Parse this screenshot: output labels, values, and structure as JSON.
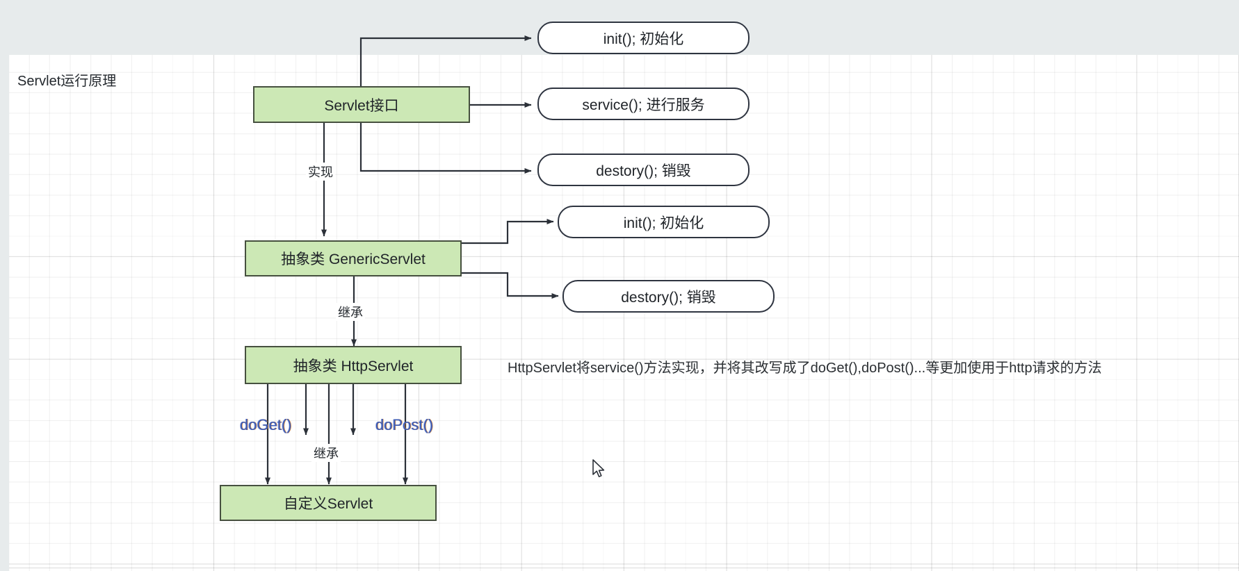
{
  "diagram": {
    "title": "Servlet运行原理",
    "background_color": "#e7ebec",
    "canvas_color": "#ffffff",
    "node_fill_green": "#cce8b5",
    "node_border": "#46503f",
    "pill_border": "#2e3440",
    "nodes": {
      "servlet_interface": "Servlet接口",
      "generic_servlet": "抽象类 GenericServlet",
      "http_servlet": "抽象类 HttpServlet",
      "custom_servlet": "自定义Servlet"
    },
    "methods_servlet_interface": {
      "init": "init(); 初始化",
      "service": "service(); 进行服务",
      "destroy": "destory(); 销毁"
    },
    "methods_generic_servlet": {
      "init": "init(); 初始化",
      "destroy": "destory(); 销毁"
    },
    "edge_labels": {
      "implements": "实现",
      "extends_generic": "继承",
      "extends_http": "继承",
      "do_get": "doGet()",
      "do_post": "doPost()"
    },
    "annotation": "HttpServlet将service()方法实现，并将其改写成了doGet(),doPost()...等更加使用于http请求的方法"
  }
}
